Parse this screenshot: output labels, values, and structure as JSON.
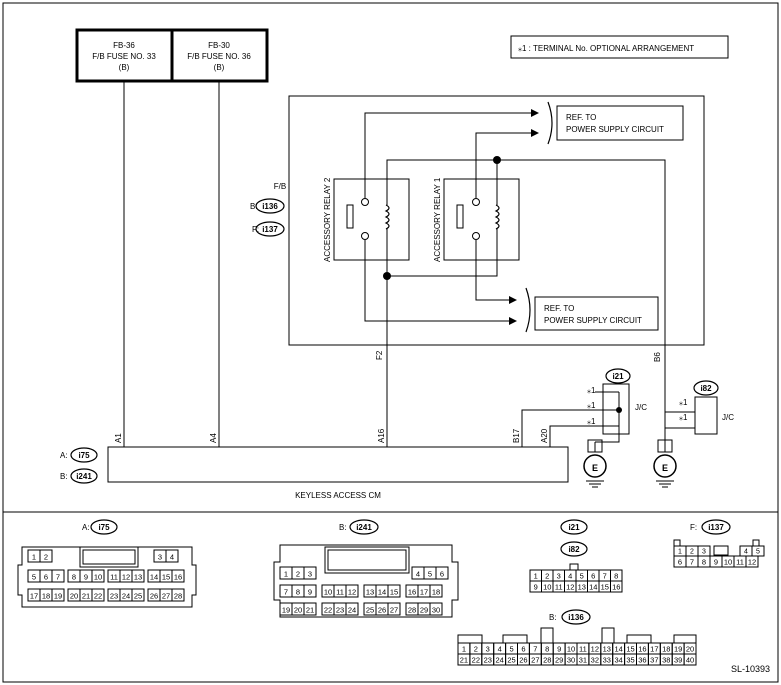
{
  "fuses": [
    {
      "line1": "FB-36",
      "line2": "F/B FUSE NO. 33",
      "line3": "(B)"
    },
    {
      "line1": "FB-30",
      "line2": "F/B FUSE NO. 36",
      "line3": "(B)"
    }
  ],
  "note": "⁎1 : TERMINAL No. OPTIONAL ARRANGEMENT",
  "fb": {
    "title": "F/B",
    "conn_b_prefix": "B:",
    "conn_b": "i136",
    "conn_f_prefix": "F:",
    "conn_f": "i137",
    "relay2": "ACCESSORY RELAY 2",
    "relay1": "ACCESSORY RELAY 1"
  },
  "ref_top": {
    "line1": "REF. TO",
    "line2": "POWER SUPPLY CIRCUIT"
  },
  "ref_bottom": {
    "line1": "REF. TO",
    "line2": "POWER SUPPLY CIRCUIT"
  },
  "wires": {
    "f2": "F2",
    "b6": "B6",
    "a1": "A1",
    "a4": "A4",
    "a16": "A16",
    "b17": "B17",
    "a20": "A20"
  },
  "jc1": {
    "conn": "i21",
    "label": "J/C",
    "star": "⁎1"
  },
  "jc2": {
    "conn": "i82",
    "label": "J/C",
    "star": "⁎1"
  },
  "cm": {
    "title": "KEYLESS ACCESS CM",
    "conn_a_prefix": "A:",
    "conn_a": "i75",
    "conn_b_prefix": "B:",
    "conn_b": "i241"
  },
  "ground_label": "E",
  "connectors": {
    "a_title": "A:",
    "a_name": "i75",
    "b_title": "B:",
    "b_name": "i241",
    "i21_name": "i21",
    "i82_name": "i82",
    "f_title": "F:",
    "f_name": "i137",
    "b136_title": "B:",
    "b136_name": "i136"
  },
  "code": "SL-10393"
}
